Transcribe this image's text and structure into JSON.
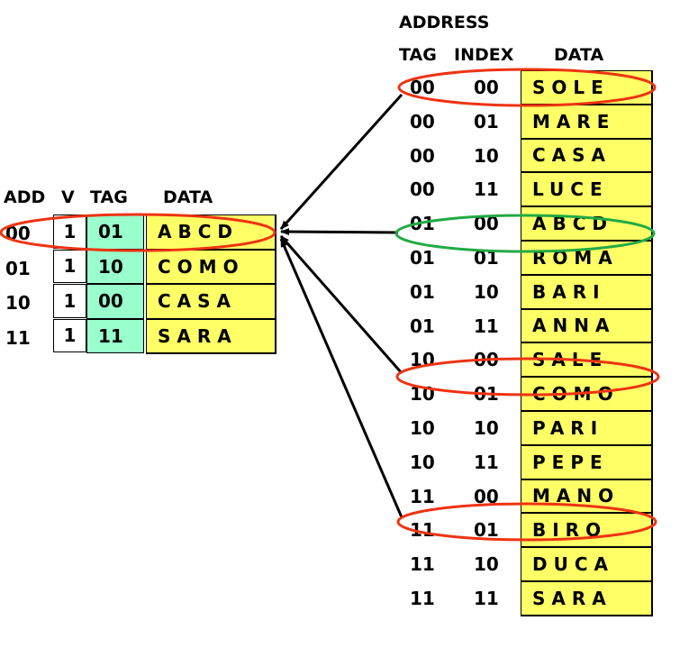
{
  "memory": {
    "header_address": "ADDRESS",
    "header_tag": "TAG",
    "header_index": "INDEX",
    "header_data": "DATA",
    "rows": [
      {
        "tag": "00",
        "index": "00",
        "data": "SOLE"
      },
      {
        "tag": "00",
        "index": "01",
        "data": "MARE"
      },
      {
        "tag": "00",
        "index": "10",
        "data": "CASA"
      },
      {
        "tag": "00",
        "index": "11",
        "data": "LUCE"
      },
      {
        "tag": "01",
        "index": "00",
        "data": "ABCD"
      },
      {
        "tag": "01",
        "index": "01",
        "data": "ROMA"
      },
      {
        "tag": "01",
        "index": "10",
        "data": "BARI"
      },
      {
        "tag": "01",
        "index": "11",
        "data": "ANNA"
      },
      {
        "tag": "10",
        "index": "00",
        "data": "SALE"
      },
      {
        "tag": "10",
        "index": "01",
        "data": "COMO"
      },
      {
        "tag": "10",
        "index": "10",
        "data": "PARI"
      },
      {
        "tag": "10",
        "index": "11",
        "data": "PEPE"
      },
      {
        "tag": "11",
        "index": "00",
        "data": "MANO"
      },
      {
        "tag": "11",
        "index": "01",
        "data": "BIRO"
      },
      {
        "tag": "11",
        "index": "10",
        "data": "DUCA"
      },
      {
        "tag": "11",
        "index": "11",
        "data": "SARA"
      }
    ]
  },
  "cache": {
    "header_add": "ADD",
    "header_v": "V",
    "header_tag": "TAG",
    "header_data": "DATA",
    "rows": [
      {
        "add": "00",
        "v": "1",
        "tag": "01",
        "data": "ABCD"
      },
      {
        "add": "01",
        "v": "1",
        "tag": "10",
        "data": "COMO"
      },
      {
        "add": "10",
        "v": "1",
        "tag": "00",
        "data": "CASA"
      },
      {
        "add": "11",
        "v": "1",
        "tag": "11",
        "data": "SARA"
      }
    ]
  },
  "colors": {
    "cell_yellow": "#ffff66",
    "tag_green": "#99ffcc",
    "ellipse_red": "#ee3311",
    "ellipse_green": "#22aa44"
  }
}
